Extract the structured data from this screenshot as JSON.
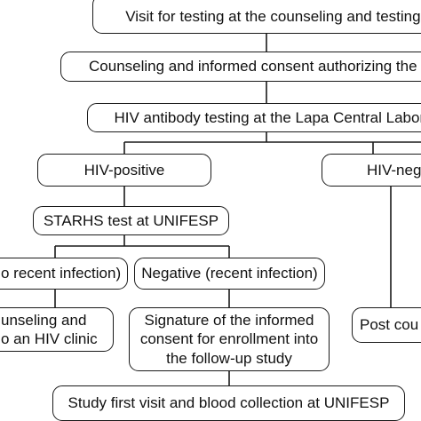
{
  "flowchart": {
    "visit_box": "Visit for testing at the counseling and testing s",
    "counseling_box": "Counseling and informed consent authorizing the ST",
    "hiv_testing_box": "HIV antibody testing at the Lapa Central Labora",
    "hiv_positive_box": "HIV-positive",
    "hiv_negative_box": "HIV-neg",
    "starhs_box": "STARHS test at UNIFESP",
    "no_recent_box": "o recent infection)",
    "negative_recent_box": "Negative (recent infection)",
    "counseling_clinic_box": [
      "unseling and",
      "o an HIV clinic"
    ],
    "signature_box": [
      "Signature of the informed",
      "consent for enrollment into",
      "the follow-up study"
    ],
    "post_counseling_box": "Post cou",
    "study_visit_box": "Study first visit and blood collection at UNIFESP"
  }
}
